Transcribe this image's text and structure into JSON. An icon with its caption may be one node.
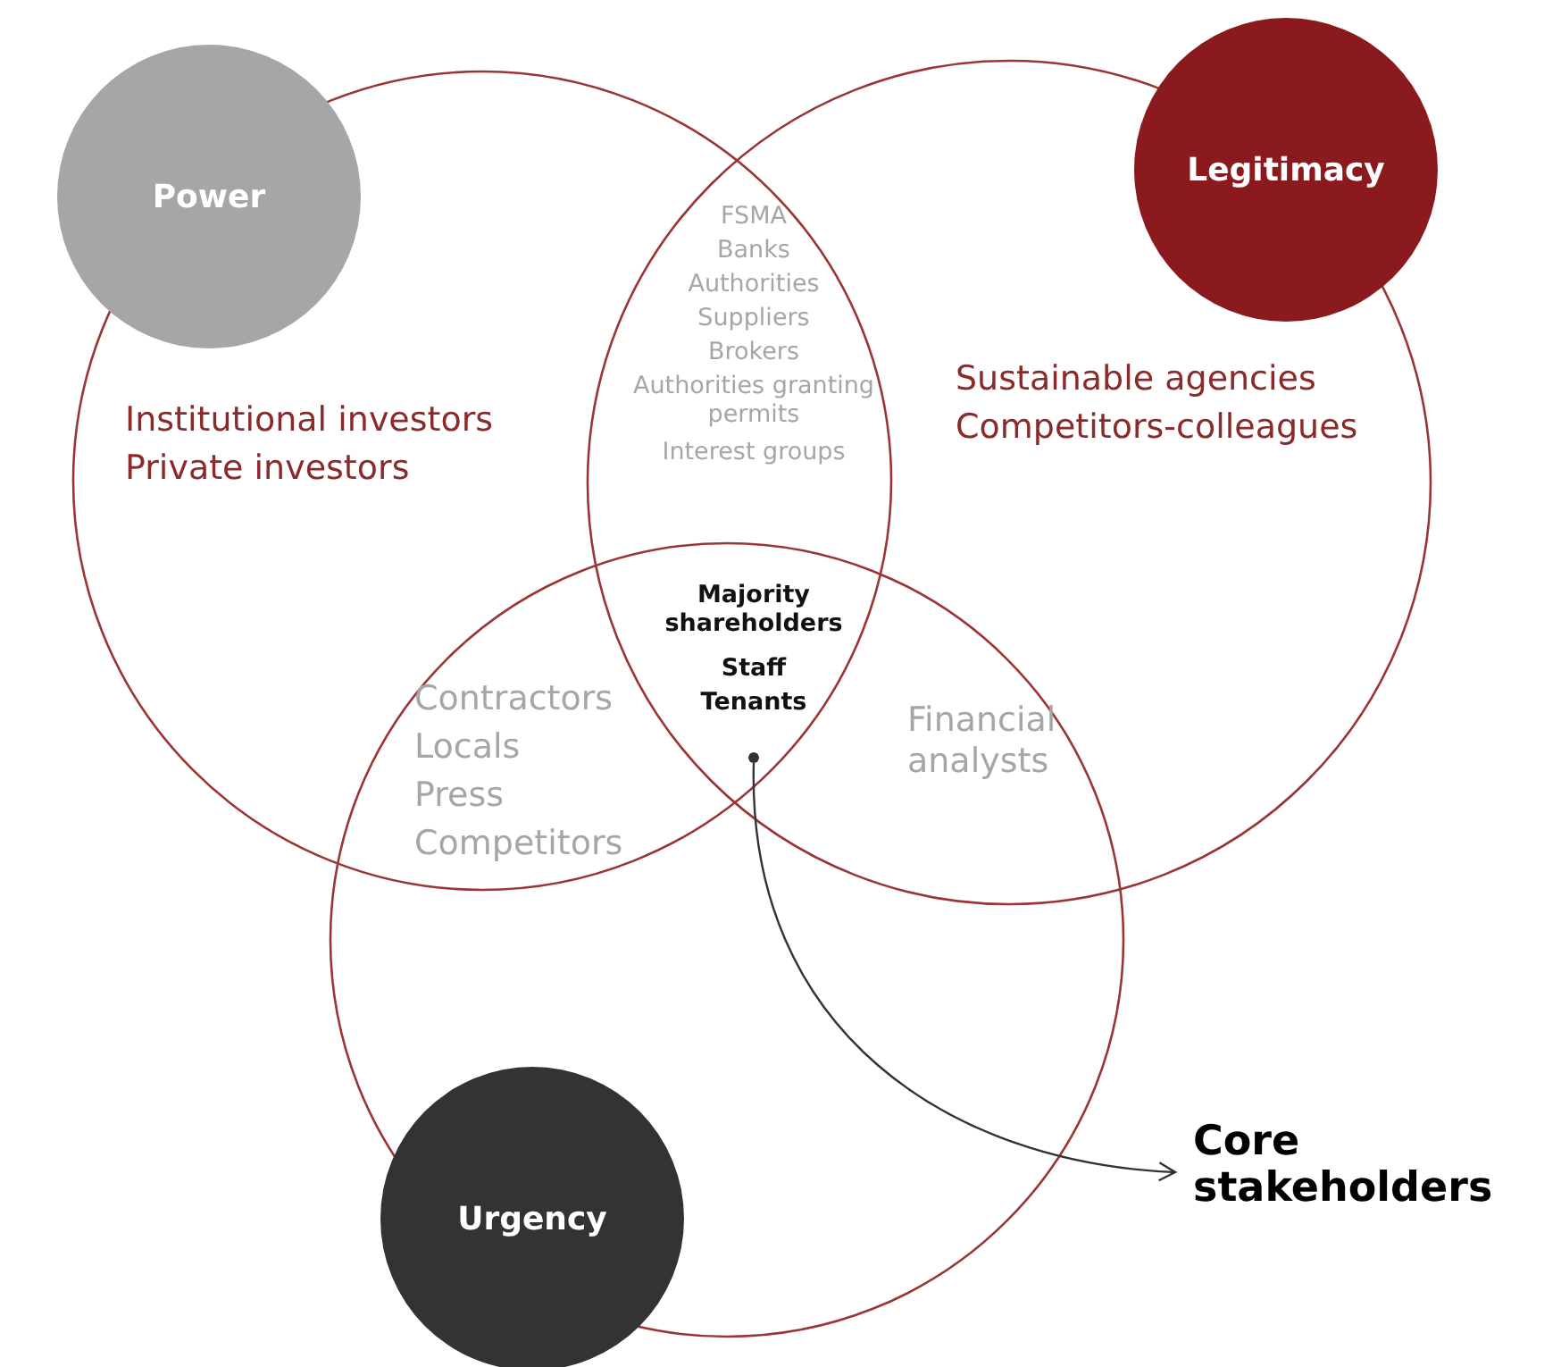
{
  "diagram": {
    "nodes": [
      {
        "text": [
          "Power"
        ]
      },
      {
        "text": [
          "Legitimacy"
        ]
      },
      {
        "text": [
          "Urgency"
        ]
      },
      {
        "text": [],
        "shape": "circle"
      },
      {
        "text": [
          "Core stakeholders"
        ]
      }
    ],
    "edges": [
      {
        "from": 3,
        "to": 4,
        "arrow": "to"
      }
    ],
    "labels": [
      "FSMA",
      "Banks",
      "Authorities",
      "Suppliers",
      "Brokers",
      "Authorities granting permits",
      "Interest groups",
      "Sustainable agencies",
      "Competitors-colleagues",
      "Institutional investors",
      "Private investors",
      "Majority shareholders",
      "Staff",
      "Tenants",
      "Contractors",
      "Locals",
      "Press",
      "Competitors",
      "Financial analysts"
    ]
  }
}
